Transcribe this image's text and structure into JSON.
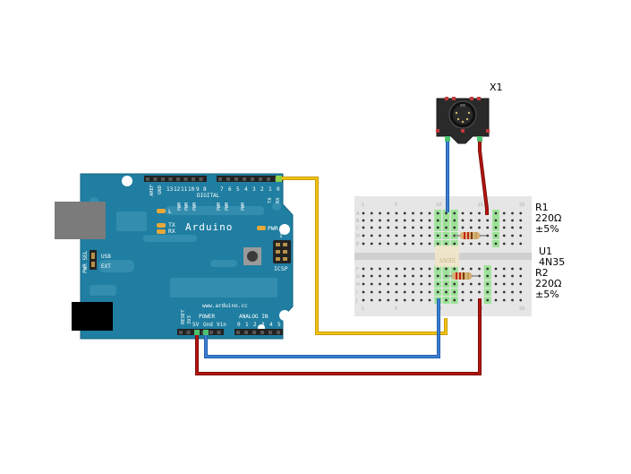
{
  "arduino": {
    "brand": "Arduino",
    "url": "www.arduino.cc",
    "digital_label": "DIGITAL",
    "analog_label": "ANALOG IN",
    "power_label": "POWER",
    "icsp_label": "ICSP",
    "pwr_led_label": "PWR",
    "l_led_label": "L",
    "tx_label": "TX",
    "rx_label": "RX",
    "pwr_sel_label": "PWR SEL",
    "usb_label": "USB",
    "ext_label": "EXT",
    "aref_label": "AREF",
    "gnd_label": "GND",
    "reset_label": "RESET",
    "v33_label": "3V3",
    "v5_label": "5V",
    "gnd2_label": "Gnd",
    "vin_label": "Vin",
    "digital_pins": [
      "13",
      "12",
      "11",
      "10",
      "9",
      "8",
      "7",
      "6",
      "5",
      "4",
      "3",
      "2",
      "1",
      "0"
    ],
    "analog_pins": [
      "0",
      "1",
      "2",
      "3",
      "4",
      "5"
    ],
    "pwm_label": "PWM",
    "icsp_pin1": "1",
    "color_board": "#1f7ea1"
  },
  "breadboard": {
    "col_labels_top": [
      "1",
      "5",
      "10",
      "15",
      "20"
    ],
    "row_labels_top": [
      "A",
      "B",
      "C",
      "D",
      "E"
    ],
    "row_labels_bottom": [
      "F",
      "G",
      "H",
      "I",
      "J"
    ],
    "chip_marking": "SENY",
    "color": "#e6e6e6"
  },
  "components": {
    "x1": {
      "label": "X1"
    },
    "r1": {
      "name": "R1",
      "value": "220Ω",
      "tolerance": "±5%"
    },
    "u1": {
      "name": "U1",
      "part": "4N35"
    },
    "r2": {
      "name": "R2",
      "value": "220Ω",
      "tolerance": "±5%"
    }
  },
  "wires": {
    "yellow": "#f2c511",
    "blue": "#3d7fd1",
    "red": "#b3150f",
    "green_highlight": "#7fdc6c"
  }
}
